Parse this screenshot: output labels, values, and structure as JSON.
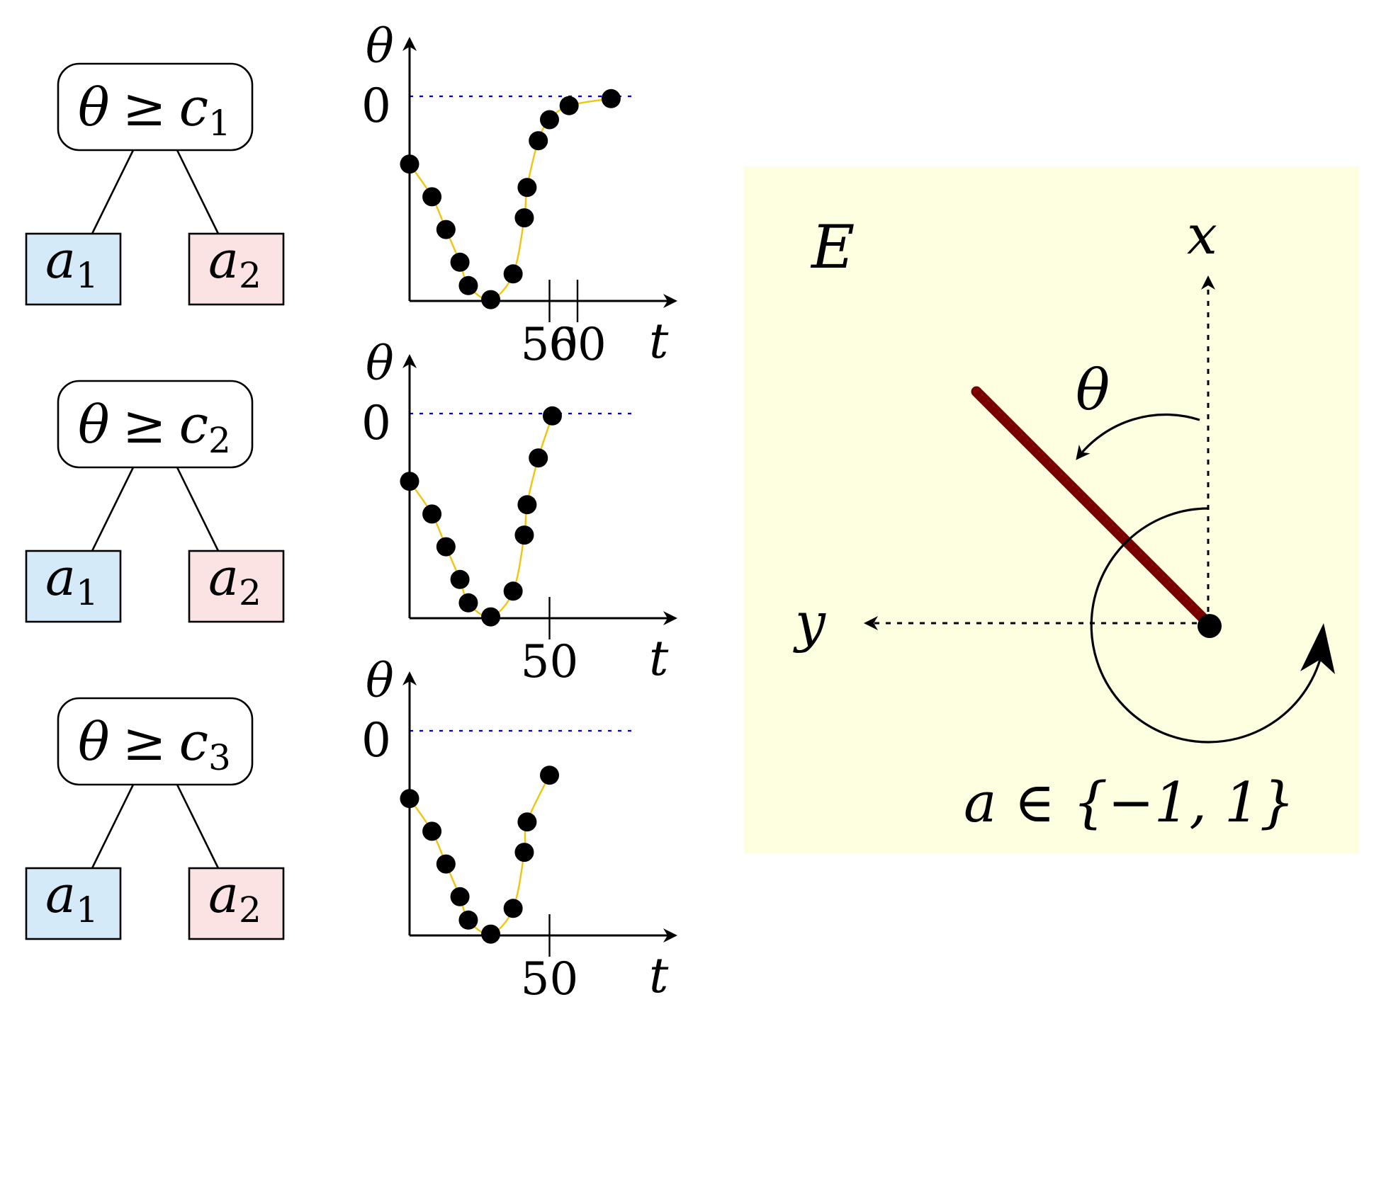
{
  "colors": {
    "leaf_left_fill": "#d5eaf9",
    "leaf_right_fill": "#fbe3e3",
    "environment_fill": "#fefee0",
    "pole": "#7a0000",
    "zero_line": "#0000cc",
    "curve": "#f1c40f"
  },
  "trees": [
    {
      "condition_theta": "θ",
      "condition_op": "≥",
      "condition_c": "c",
      "condition_sub": "1",
      "left_leaf": "a",
      "left_sub": "1",
      "right_leaf": "a",
      "right_sub": "2"
    },
    {
      "condition_theta": "θ",
      "condition_op": "≥",
      "condition_c": "c",
      "condition_sub": "2",
      "left_leaf": "a",
      "left_sub": "1",
      "right_leaf": "a",
      "right_sub": "2"
    },
    {
      "condition_theta": "θ",
      "condition_op": "≥",
      "condition_c": "c",
      "condition_sub": "3",
      "left_leaf": "a",
      "left_sub": "1",
      "right_leaf": "a",
      "right_sub": "2"
    }
  ],
  "chart_data": [
    {
      "type": "scatter",
      "ylabel": "θ",
      "xlabel": "t",
      "zero_label": "0",
      "x_ticks": [
        50,
        60
      ],
      "x_tick_labels": [
        "50",
        "60"
      ],
      "x": [
        0,
        8,
        13,
        18,
        21,
        29,
        37,
        41,
        42,
        46,
        50,
        57,
        72
      ],
      "y": [
        -0.29,
        -0.43,
        -0.57,
        -0.71,
        -0.81,
        -0.87,
        -0.76,
        -0.52,
        -0.39,
        -0.19,
        -0.1,
        -0.04,
        -0.01
      ]
    },
    {
      "type": "scatter",
      "ylabel": "θ",
      "xlabel": "t",
      "zero_label": "0",
      "x_ticks": [
        50
      ],
      "x_tick_labels": [
        "50"
      ],
      "x": [
        0,
        8,
        13,
        18,
        21,
        29,
        37,
        41,
        42,
        46,
        51
      ],
      "y": [
        -0.29,
        -0.43,
        -0.57,
        -0.71,
        -0.81,
        -0.87,
        -0.76,
        -0.52,
        -0.39,
        -0.19,
        -0.01
      ]
    },
    {
      "type": "scatter",
      "ylabel": "θ",
      "xlabel": "t",
      "zero_label": "0",
      "x_ticks": [
        50
      ],
      "x_tick_labels": [
        "50"
      ],
      "x": [
        0,
        8,
        13,
        18,
        21,
        29,
        37,
        41,
        42,
        50
      ],
      "y": [
        -0.29,
        -0.43,
        -0.57,
        -0.71,
        -0.81,
        -0.87,
        -0.76,
        -0.52,
        -0.39,
        -0.19
      ]
    }
  ],
  "environment": {
    "label": "E",
    "x_axis_label": "x",
    "y_axis_label": "y",
    "angle_label": "θ",
    "action_label": "a ∈ {−1, 1}"
  }
}
